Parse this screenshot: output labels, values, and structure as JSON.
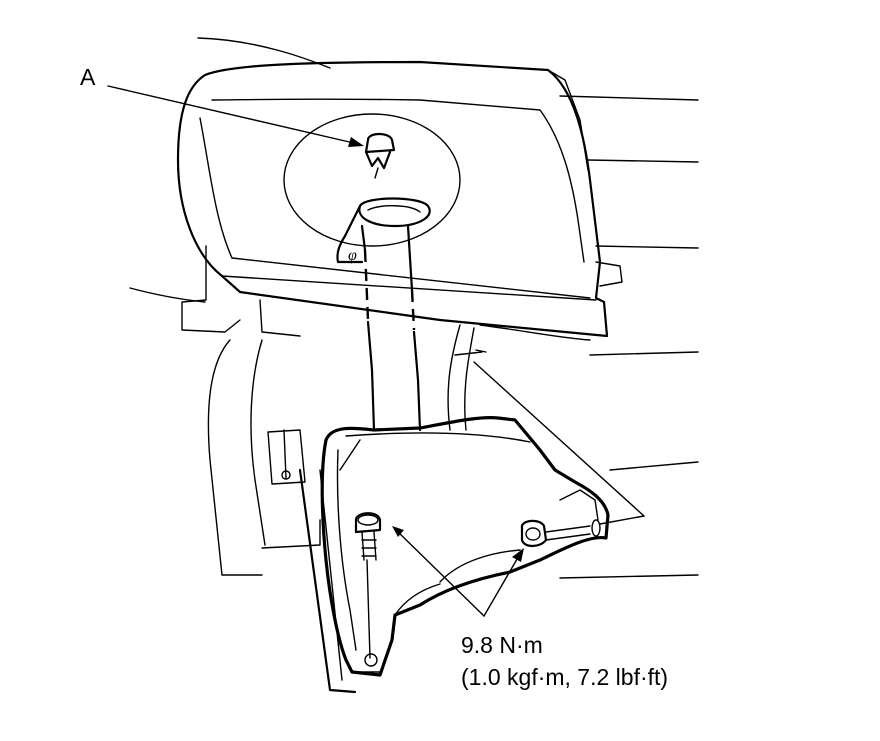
{
  "callouts": {
    "part_a": "A",
    "torque_metric": "9.8 N·m",
    "torque_alt": "(1.0 kgf·m, 7.2 lbf·ft)"
  },
  "colors": {
    "ink": "#000000",
    "paper": "#ffffff"
  }
}
